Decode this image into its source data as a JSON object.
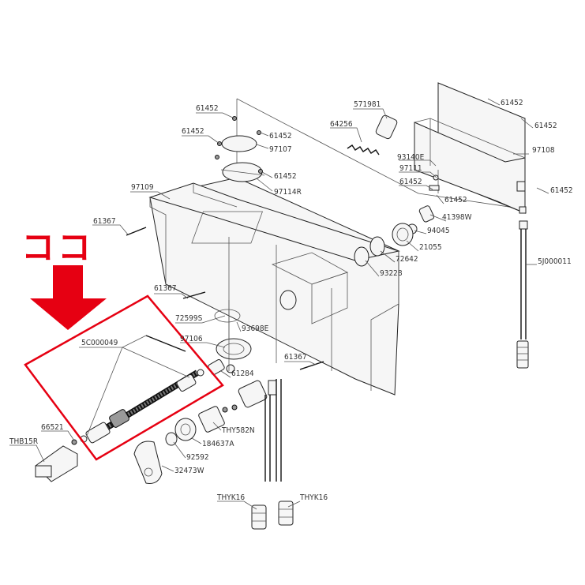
{
  "callout": {
    "text": "ココ",
    "color": "#e60012"
  },
  "labels": {
    "p1": "61452",
    "p2": "61452",
    "p3": "61452",
    "p4": "97107",
    "p5": "61452",
    "p6": "97114R",
    "p7": "97109",
    "p8": "61367",
    "p9": "571981",
    "p10": "64256",
    "p11": "61452",
    "p12": "61452",
    "p13": "97108",
    "p14": "93140E",
    "p15": "97111",
    "p16": "61452",
    "p17": "61452",
    "p18": "61452",
    "p19": "41398W",
    "p20": "94045",
    "p21": "21055",
    "p22": "72642",
    "p23": "93228",
    "p24": "5J000011",
    "p25": "61367",
    "p26": "72599S",
    "p27": "93698E",
    "p28": "97106",
    "p29": "5C000049",
    "p30": "61367",
    "p31": "61284",
    "p32": "66521",
    "p33": "THB15R",
    "p34": "THY582N",
    "p35": "184637A",
    "p36": "92592",
    "p37": "32473W",
    "p38": "THYK16",
    "p39": "THYK16"
  }
}
